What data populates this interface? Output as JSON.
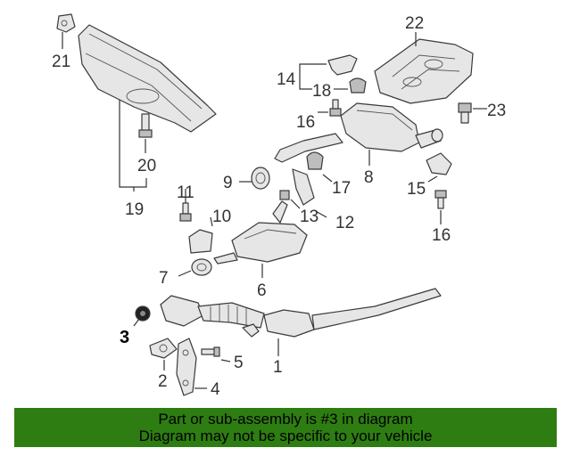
{
  "callouts": {
    "c1": "1",
    "c2": "2",
    "c3": "3",
    "c4": "4",
    "c5": "5",
    "c6": "6",
    "c7": "7",
    "c8": "8",
    "c9": "9",
    "c10": "10",
    "c11": "11",
    "c12": "12",
    "c13": "13",
    "c14": "14",
    "c15": "15",
    "c16a": "16",
    "c16b": "16",
    "c17": "17",
    "c18": "18",
    "c19": "19",
    "c20": "20",
    "c21": "21",
    "c22": "22",
    "c23": "23"
  },
  "highlighted_part": "3",
  "banner": {
    "line1": "Part or sub-assembly is #3 in diagram",
    "line2": "Diagram may not be specific to your vehicle",
    "color": "#2e7d12"
  }
}
